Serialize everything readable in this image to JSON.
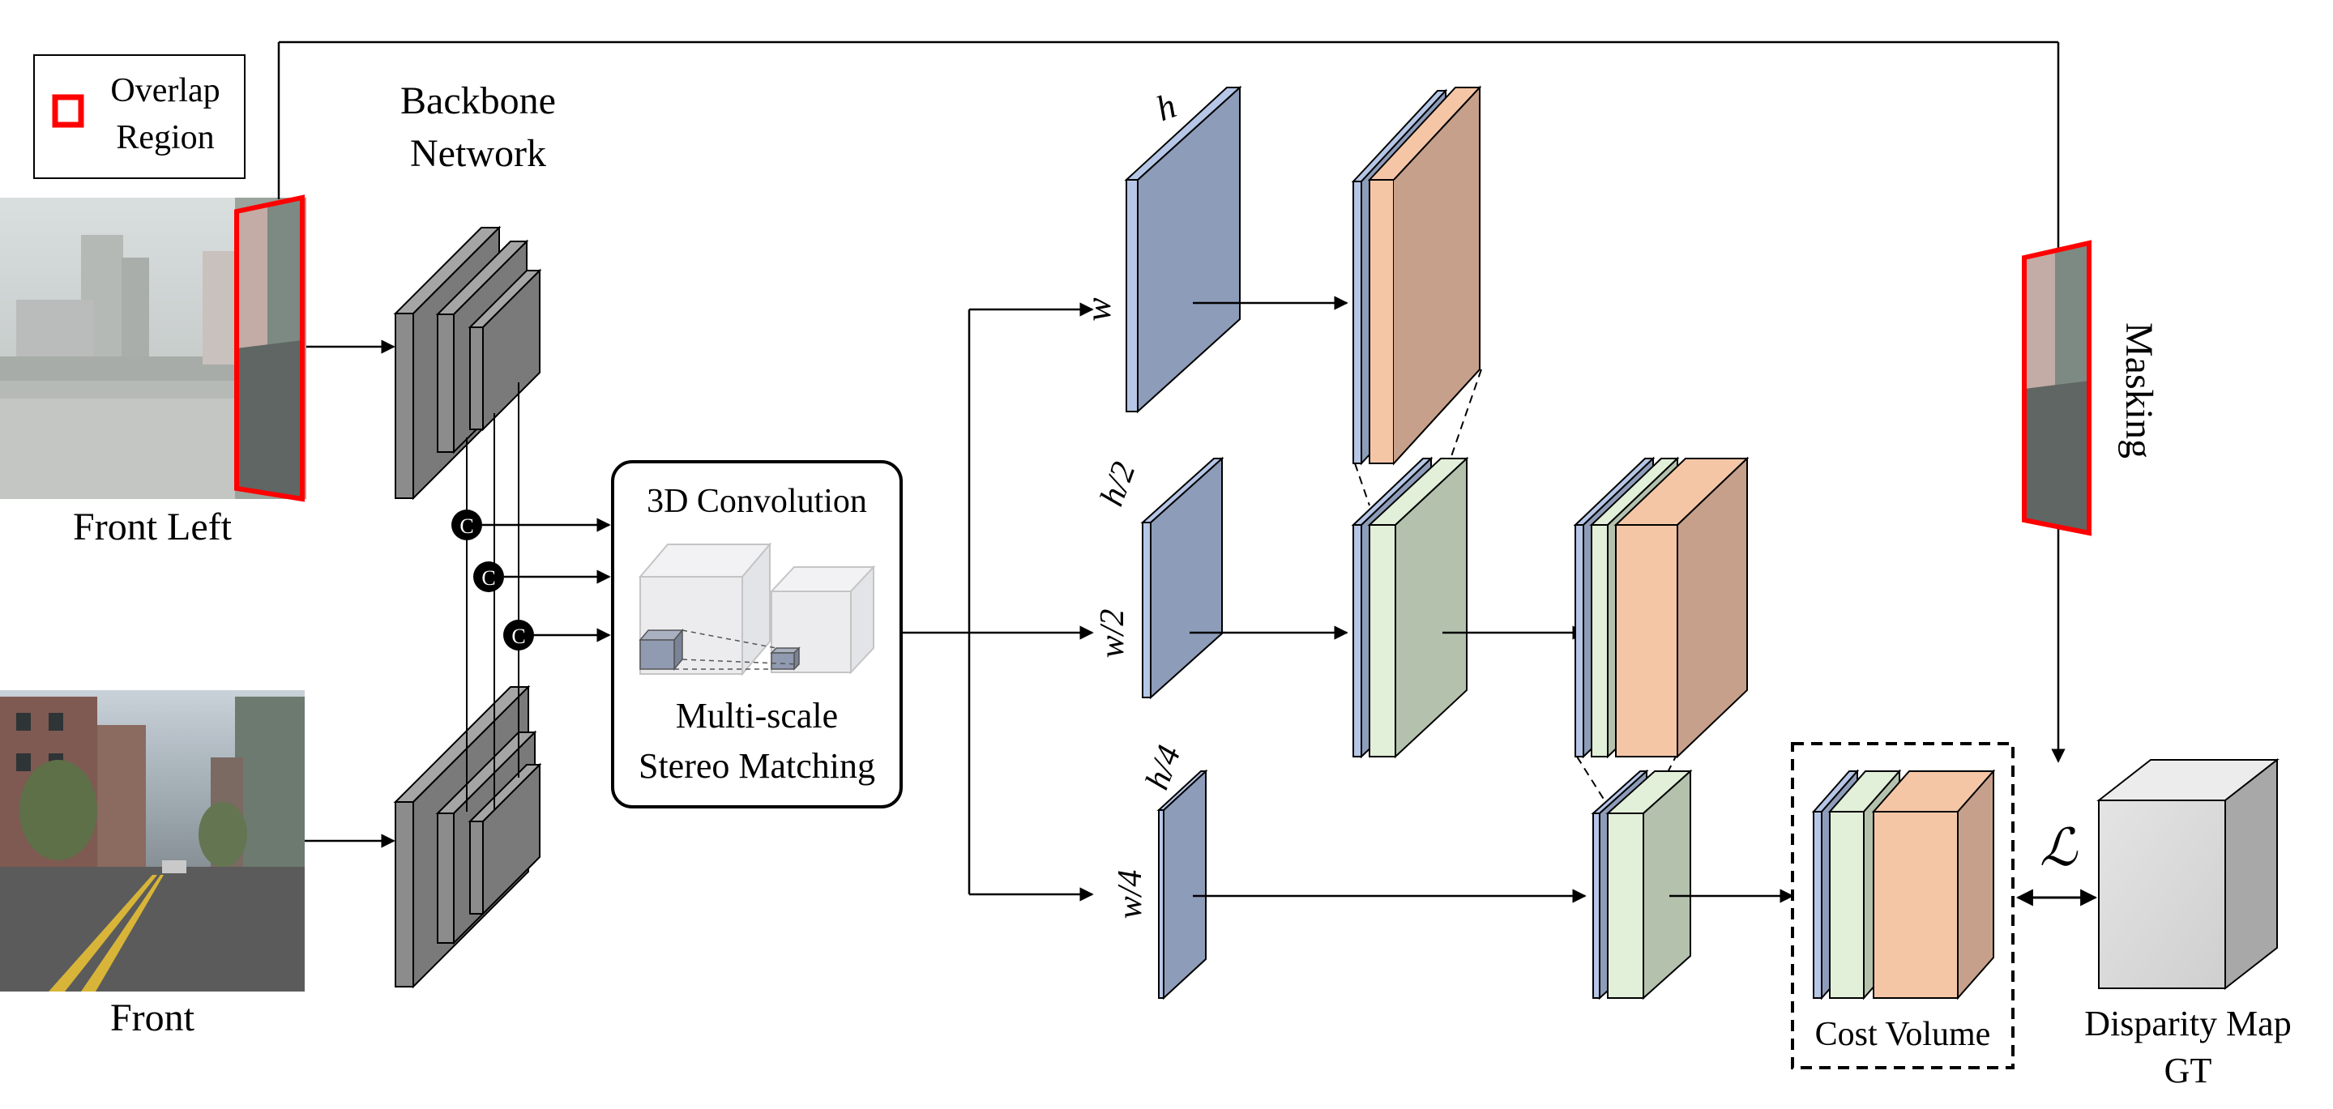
{
  "legend": {
    "label_line1": "Overlap",
    "label_line2": "Region"
  },
  "backbone": {
    "line1": "Backbone",
    "line2": "Network"
  },
  "inputs": {
    "front_left": "Front Left",
    "front": "Front"
  },
  "concat_symbol": "C",
  "matching_box": {
    "title": "3D Convolution",
    "line1": "Multi-scale",
    "line2": "Stereo Matching"
  },
  "scales": {
    "full": {
      "h": "h",
      "w": "w"
    },
    "half": {
      "h": "h/2",
      "w": "w/2"
    },
    "quarter": {
      "h": "h/4",
      "w": "w/4"
    }
  },
  "masking": "Masking",
  "cost_volume": "Cost Volume",
  "loss_symbol": "ℒ",
  "gt": {
    "line1": "Disparity Map",
    "line2": "GT"
  },
  "colors": {
    "feature_blue": "#8d9cb9",
    "feature_blue_edge": "#b6c6e6",
    "orange": "#f5c6a6",
    "orange_side": "#c7a08b",
    "green": "#e2efd9",
    "green_side": "#b4c2ad",
    "gray_block": "#7f7f7f",
    "overlap_red": "#ff0000"
  }
}
